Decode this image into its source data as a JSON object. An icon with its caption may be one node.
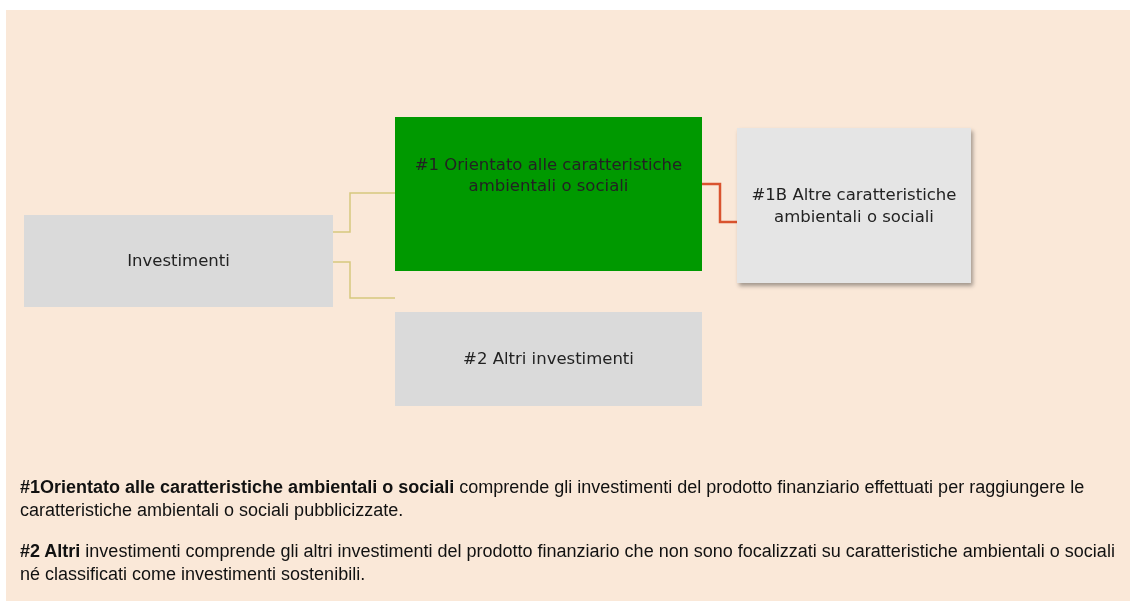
{
  "diagram": {
    "nodes": [
      {
        "text": [
          "Investimenti"
        ]
      },
      {
        "text": [
          "#1 Orientato alle caratteristiche ambientali o sociali"
        ]
      },
      {
        "text": [
          "#1B Altre caratteristiche ambientali o sociali"
        ]
      },
      {
        "text": [
          "#2 Altri investimenti"
        ]
      }
    ],
    "edges": [
      {
        "from": 0,
        "to": 1,
        "arrow": "none"
      },
      {
        "from": 0,
        "to": 3,
        "arrow": "none"
      },
      {
        "from": 1,
        "to": 2,
        "arrow": "none",
        "color": "#d9532e"
      }
    ],
    "labels": [
      "**#1Orientato alle caratteristiche ambientali o sociali** comprende gli investimenti del prodotto finanziario effettuati per raggiungere le caratteristiche ambientali o sociali pubblicizzate.",
      "**#2 Altri** investimenti comprende gli altri investimenti del prodotto finanziario che non sono focalizzati su caratteristiche ambientali o sociali né classificati come investimenti sostenibili."
    ]
  }
}
